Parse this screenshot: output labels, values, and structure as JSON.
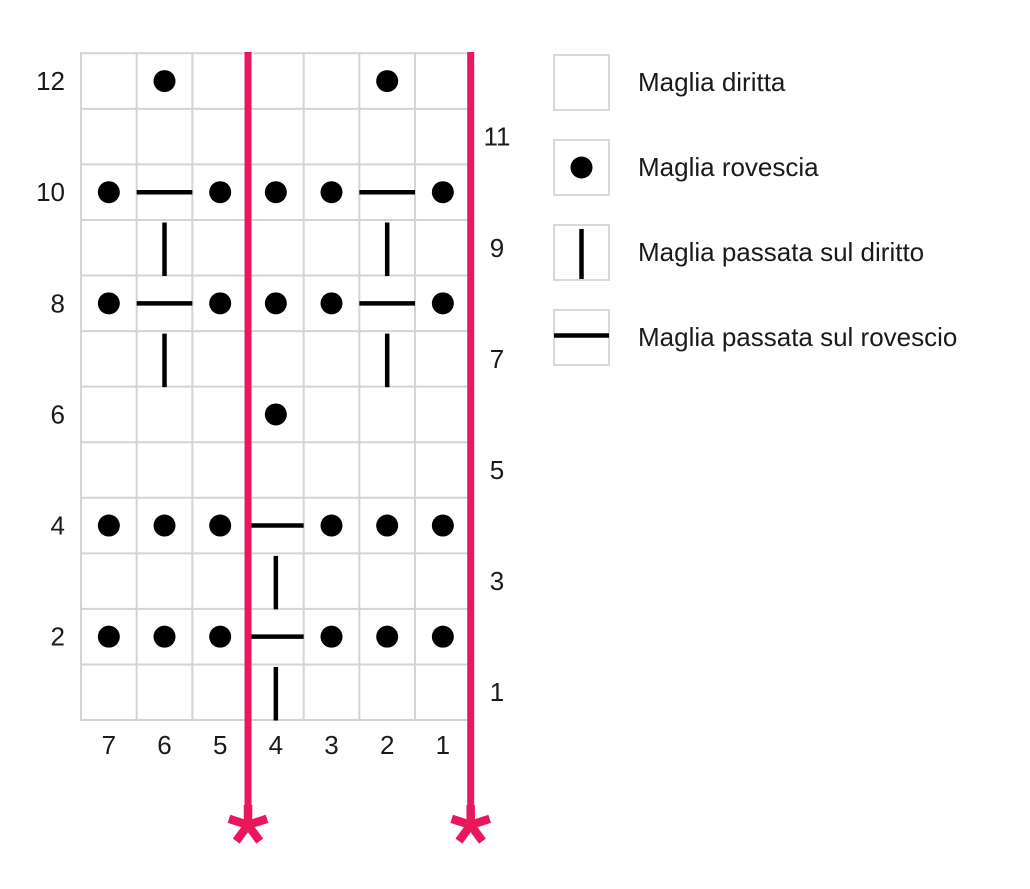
{
  "colors": {
    "background": "#ffffff",
    "repeat_marker": "#E9185C",
    "gridline": "#D4D4D4",
    "legend_box_border": "#D9D9D9",
    "symbol": "#000000",
    "label_text": "#1A1A1A"
  },
  "chart_data": {
    "type": "knitting-chart",
    "columns": [
      "7",
      "6",
      "5",
      "4",
      "3",
      "2",
      "1"
    ],
    "rows_top_to_bottom": [
      "12",
      "11",
      "10",
      "9",
      "8",
      "7",
      "6",
      "5",
      "4",
      "3",
      "2",
      "1"
    ],
    "row_labels_left": [
      "12",
      "10",
      "8",
      "6",
      "4",
      "2"
    ],
    "row_labels_right": [
      "11",
      "9",
      "7",
      "5",
      "3",
      "1"
    ],
    "symbol_codes": {
      "k": "maglia diritta (empty cell)",
      "p": "maglia rovescia (dot)",
      "sk": "maglia passata sul diritto (vertical bar)",
      "sp": "maglia passata sul rovescio (horizontal bar)"
    },
    "cells": [
      [
        "k",
        "p",
        "k",
        "k",
        "k",
        "p",
        "k"
      ],
      [
        "k",
        "k",
        "k",
        "k",
        "k",
        "k",
        "k"
      ],
      [
        "p",
        "sp",
        "p",
        "p",
        "p",
        "sp",
        "p"
      ],
      [
        "k",
        "sk",
        "k",
        "k",
        "k",
        "sk",
        "k"
      ],
      [
        "p",
        "sp",
        "p",
        "p",
        "p",
        "sp",
        "p"
      ],
      [
        "k",
        "sk",
        "k",
        "k",
        "k",
        "sk",
        "k"
      ],
      [
        "k",
        "k",
        "k",
        "p",
        "k",
        "k",
        "k"
      ],
      [
        "k",
        "k",
        "k",
        "k",
        "k",
        "k",
        "k"
      ],
      [
        "p",
        "p",
        "p",
        "sp",
        "p",
        "p",
        "p"
      ],
      [
        "k",
        "k",
        "k",
        "sk",
        "k",
        "k",
        "k"
      ],
      [
        "p",
        "p",
        "p",
        "sp",
        "p",
        "p",
        "p"
      ],
      [
        "k",
        "k",
        "k",
        "sk",
        "k",
        "k",
        "k"
      ]
    ],
    "repeat_markers": {
      "boundary_indices": [
        3,
        7
      ],
      "end_symbol": "asterisk"
    }
  },
  "legend": {
    "items": [
      {
        "symbol": "knit",
        "label": "Maglia diritta"
      },
      {
        "symbol": "purl",
        "label": "Maglia rovescia"
      },
      {
        "symbol": "slip-knit",
        "label": "Maglia passata sul diritto"
      },
      {
        "symbol": "slip-purl",
        "label": "Maglia passata sul rovescio"
      }
    ]
  }
}
